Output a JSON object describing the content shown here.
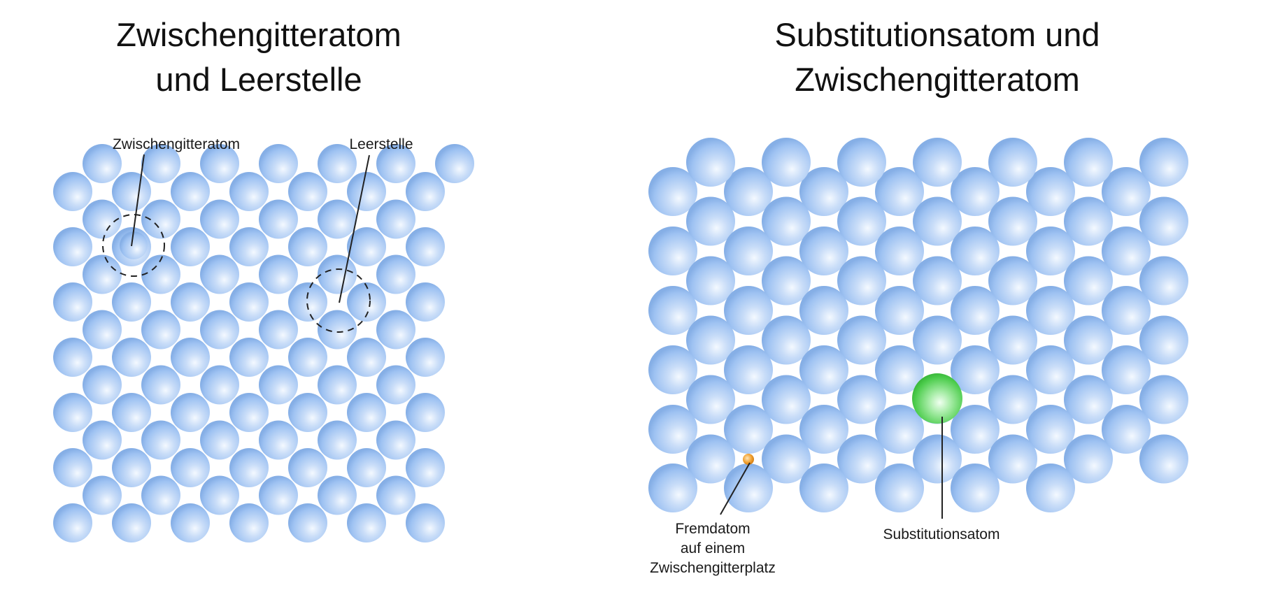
{
  "panels": {
    "left": {
      "title_lines": [
        "Zwischengitteratom",
        "und Leerstelle"
      ],
      "labels": {
        "interstitial": "Zwischengitteratom",
        "vacancy": "Leerstelle"
      }
    },
    "right": {
      "title_lines": [
        "Substitutionsatom und",
        "Zwischengitteratom"
      ],
      "labels": {
        "foreign_atom": [
          "Fremdatom",
          "auf einem",
          "Zwischengitterplatz"
        ],
        "substitution": "Substitutionsatom"
      }
    }
  },
  "colors": {
    "host_atom": "#9ec2f2",
    "substitution_atom": "#4ccc4c",
    "foreign_interstitial_atom": "#f0a030",
    "text": "#111111"
  }
}
